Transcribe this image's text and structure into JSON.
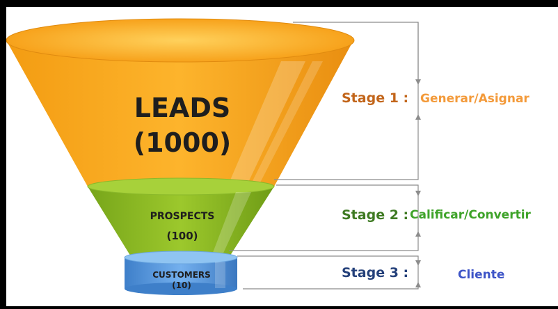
{
  "funnel": {
    "leads": {
      "title": "LEADS",
      "count": "(1000)",
      "color": "#f7a21b"
    },
    "prospects": {
      "title": "PROSPECTS",
      "count": "(100)",
      "color": "#8cbd22"
    },
    "customers": {
      "title": "CUSTOMERS",
      "count": "(10)",
      "color": "#4a8fd8"
    }
  },
  "stages": [
    {
      "label": "Stage 1 :",
      "action": "Generar/Asignar",
      "label_color": "#c2651a",
      "action_color": "#f39a3a"
    },
    {
      "label": "Stage 2 :",
      "action": "Calificar/Convertir",
      "label_color": "#3e7a22",
      "action_color": "#3ea329"
    },
    {
      "label": "Stage 3 :",
      "action": "Cliente",
      "label_color": "#24407a",
      "action_color": "#3d54c7"
    }
  ],
  "colors": {
    "background_border": "#000000",
    "bracket_line": "#8c8c8c"
  }
}
